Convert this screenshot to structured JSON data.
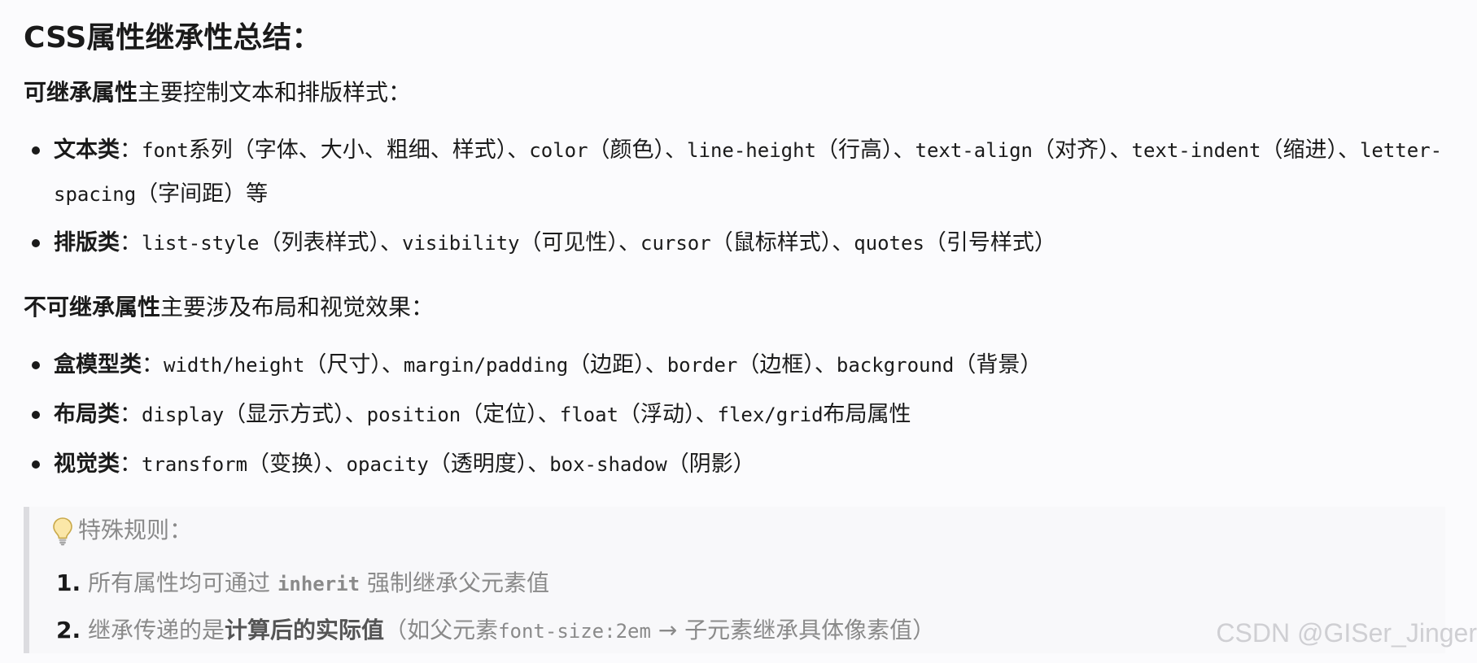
{
  "title": "CSS属性继承性总结：",
  "inheritable": {
    "lead_bold": "可继承属性",
    "lead_rest": "主要控制文本和排版样式：",
    "items": [
      {
        "label": "文本类",
        "sep": "：",
        "parts": [
          {
            "code": "font",
            "text": "系列（字体、大小、粗细、样式）、"
          },
          {
            "code": "color",
            "text": "（颜色）、"
          },
          {
            "code": "line-height",
            "text": "（行高）、"
          },
          {
            "code": "text-align",
            "text": "（对齐）、"
          },
          {
            "code": "text-indent",
            "text": "（缩进）、"
          },
          {
            "code": "letter-spacing",
            "text": "（字间距）等"
          }
        ]
      },
      {
        "label": "排版类",
        "sep": "：",
        "parts": [
          {
            "code": "list-style",
            "text": "（列表样式）、"
          },
          {
            "code": "visibility",
            "text": "（可见性）、"
          },
          {
            "code": "cursor",
            "text": "（鼠标样式）、"
          },
          {
            "code": "quotes",
            "text": "（引号样式）"
          }
        ]
      }
    ]
  },
  "non_inheritable": {
    "lead_bold": "不可继承属性",
    "lead_rest": "主要涉及布局和视觉效果：",
    "items": [
      {
        "label": "盒模型类",
        "sep": "：",
        "parts": [
          {
            "code": "width/height",
            "text": "（尺寸）、"
          },
          {
            "code": "margin/padding",
            "text": "（边距）、"
          },
          {
            "code": "border",
            "text": "（边框）、"
          },
          {
            "code": "background",
            "text": "（背景）"
          }
        ]
      },
      {
        "label": "布局类",
        "sep": "：",
        "parts": [
          {
            "code": "display",
            "text": "（显示方式）、"
          },
          {
            "code": "position",
            "text": "（定位）、"
          },
          {
            "code": "float",
            "text": "（浮动）、"
          },
          {
            "code": "flex/grid",
            "text": "布局属性"
          }
        ]
      },
      {
        "label": "视觉类",
        "sep": "：",
        "parts": [
          {
            "code": "transform",
            "text": "（变换）、"
          },
          {
            "code": "opacity",
            "text": "（透明度）、"
          },
          {
            "code": "box-shadow",
            "text": "（阴影）"
          }
        ]
      }
    ]
  },
  "tip": {
    "icon": "lightbulb-icon",
    "heading": "特殊规则：",
    "rule1": {
      "num": "1.",
      "before": "所有属性均可通过 ",
      "code": "inherit",
      "after": " 强制继承父元素值"
    },
    "rule2": {
      "num": "2.",
      "before": "继承传递的是",
      "bold": "计算后的实际值",
      "mid": "（如父元素",
      "code": "font-size:2em",
      "after": " → 子元素继承具体像素值）"
    }
  },
  "watermark": "CSDN @GISer_Jinger",
  "colors": {
    "text": "#1a1a1a",
    "muted": "#8a8a8a",
    "tip_border": "#dcdce0",
    "background": "#fbfbfd"
  }
}
